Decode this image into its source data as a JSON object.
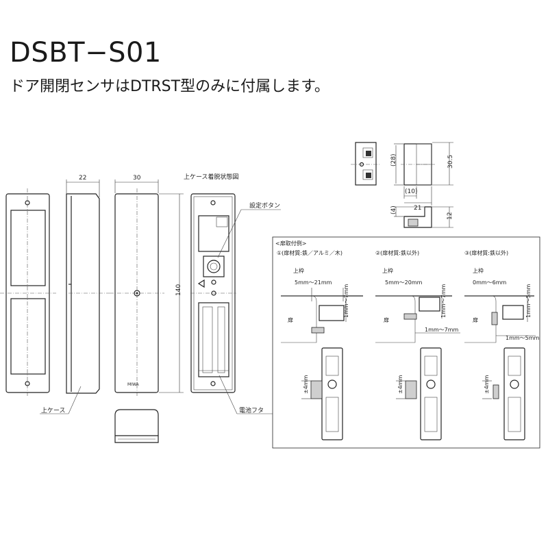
{
  "title": "DSBT−S01",
  "subtitle": "ドア開閉センサはDTRST型のみに付属します。",
  "dims": {
    "w22": "22",
    "w30": "30",
    "h140": "140",
    "h28": "(28)",
    "h30_5": "30.5",
    "w10": "(10)",
    "w21": "21",
    "h4": "(4)",
    "h12": "12"
  },
  "labels": {
    "upper_case_removed": "上ケース着脱状態図",
    "setting_button": "設定ボタン",
    "upper_case": "上ケース",
    "battery_cover": "電池フタ",
    "logo": "MIWA"
  },
  "examples": {
    "header": "<扉取付例>",
    "ex1": {
      "title": "①(扉材質:鉄／アルミ／木)",
      "frame": "上枠",
      "gap": "5mm〜21mm",
      "vert": "1mm〜7mm",
      "door": "扉",
      "tol": "±4mm"
    },
    "ex2": {
      "title": "②(扉材質:鉄以外)",
      "frame": "上枠",
      "gap": "5mm〜20mm",
      "vert": "1mm〜7mm",
      "horiz": "1mm〜7mm",
      "door": "扉",
      "tol": "±4mm"
    },
    "ex3": {
      "title": "③(扉材質:鉄以外)",
      "frame": "上枠",
      "gap": "0mm〜6mm",
      "vert": "1mm〜5mm",
      "horiz": "1mm〜5mm",
      "door": "扉",
      "tol": "±4mm"
    }
  }
}
